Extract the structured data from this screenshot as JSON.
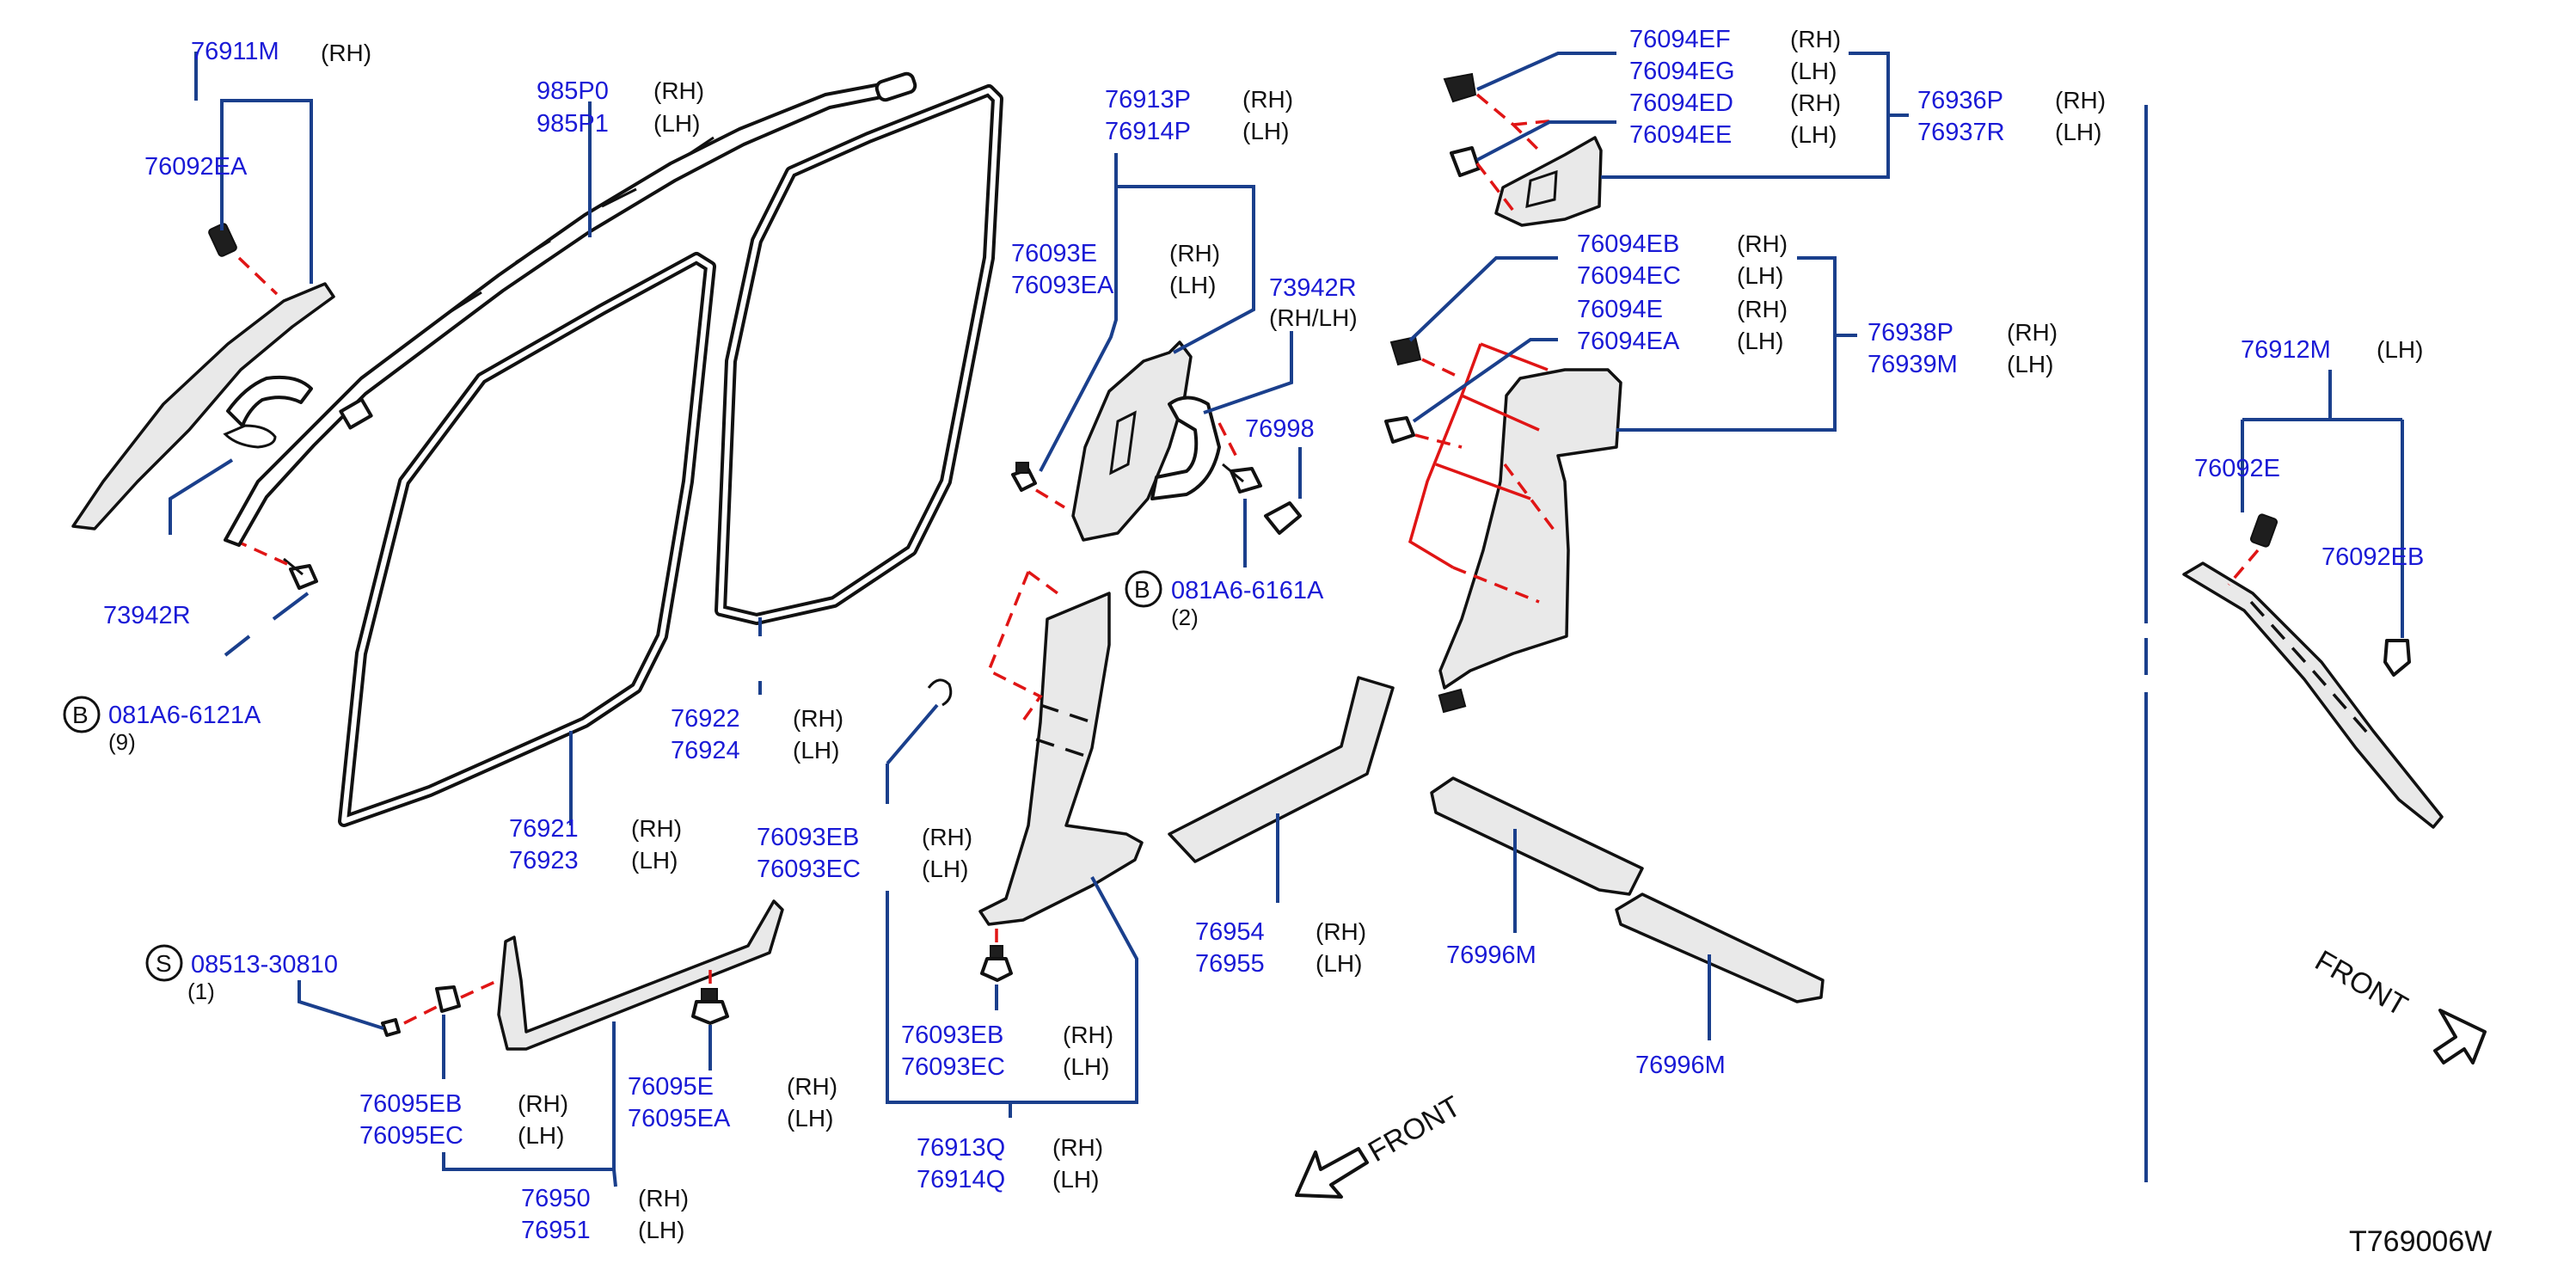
{
  "diagram_code": "T769006W",
  "front_label": "FRONT",
  "side_rh": "(RH)",
  "side_lh": "(LH)",
  "side_rh_lh": "(RH/LH)",
  "symbol_b": "B",
  "symbol_s": "S",
  "parts": {
    "p76911M": "76911M",
    "p76092EA": "76092EA",
    "p73942R_left": "73942R",
    "p081A6_6121A": "081A6-6121A",
    "qty_9": "(9)",
    "p985P0": "985P0",
    "p985P1": "985P1",
    "p76921": "76921",
    "p76923": "76923",
    "p76922": "76922",
    "p76924": "76924",
    "p76913P": "76913P",
    "p76914P": "76914P",
    "p76093E": "76093E",
    "p76093EA": "76093EA",
    "p73942R_mid": "73942R",
    "p76998": "76998",
    "p081A6_6161A": "081A6-6161A",
    "qty_2": "(2)",
    "p76093EB_upper": "76093EB",
    "p76093EC_upper": "76093EC",
    "p76093EB_lower": "76093EB",
    "p76093EC_lower": "76093EC",
    "p76913Q": "76913Q",
    "p76914Q": "76914Q",
    "p08513_30810": "08513-30810",
    "qty_1": "(1)",
    "p76095EB": "76095EB",
    "p76095EC": "76095EC",
    "p76095E": "76095E",
    "p76095EA": "76095EA",
    "p76950": "76950",
    "p76951": "76951",
    "p76954": "76954",
    "p76955": "76955",
    "p76094EF": "76094EF",
    "p76094EG": "76094EG",
    "p76094ED": "76094ED",
    "p76094EE": "76094EE",
    "p76936P": "76936P",
    "p76937R": "76937R",
    "p76094EB": "76094EB",
    "p76094EC": "76094EC",
    "p76094E": "76094E",
    "p76094EA": "76094EA",
    "p76938P": "76938P",
    "p76939M": "76939M",
    "p76996M_1": "76996M",
    "p76996M_2": "76996M",
    "p76912M": "76912M",
    "p76092E": "76092E",
    "p76092EB": "76092EB"
  }
}
